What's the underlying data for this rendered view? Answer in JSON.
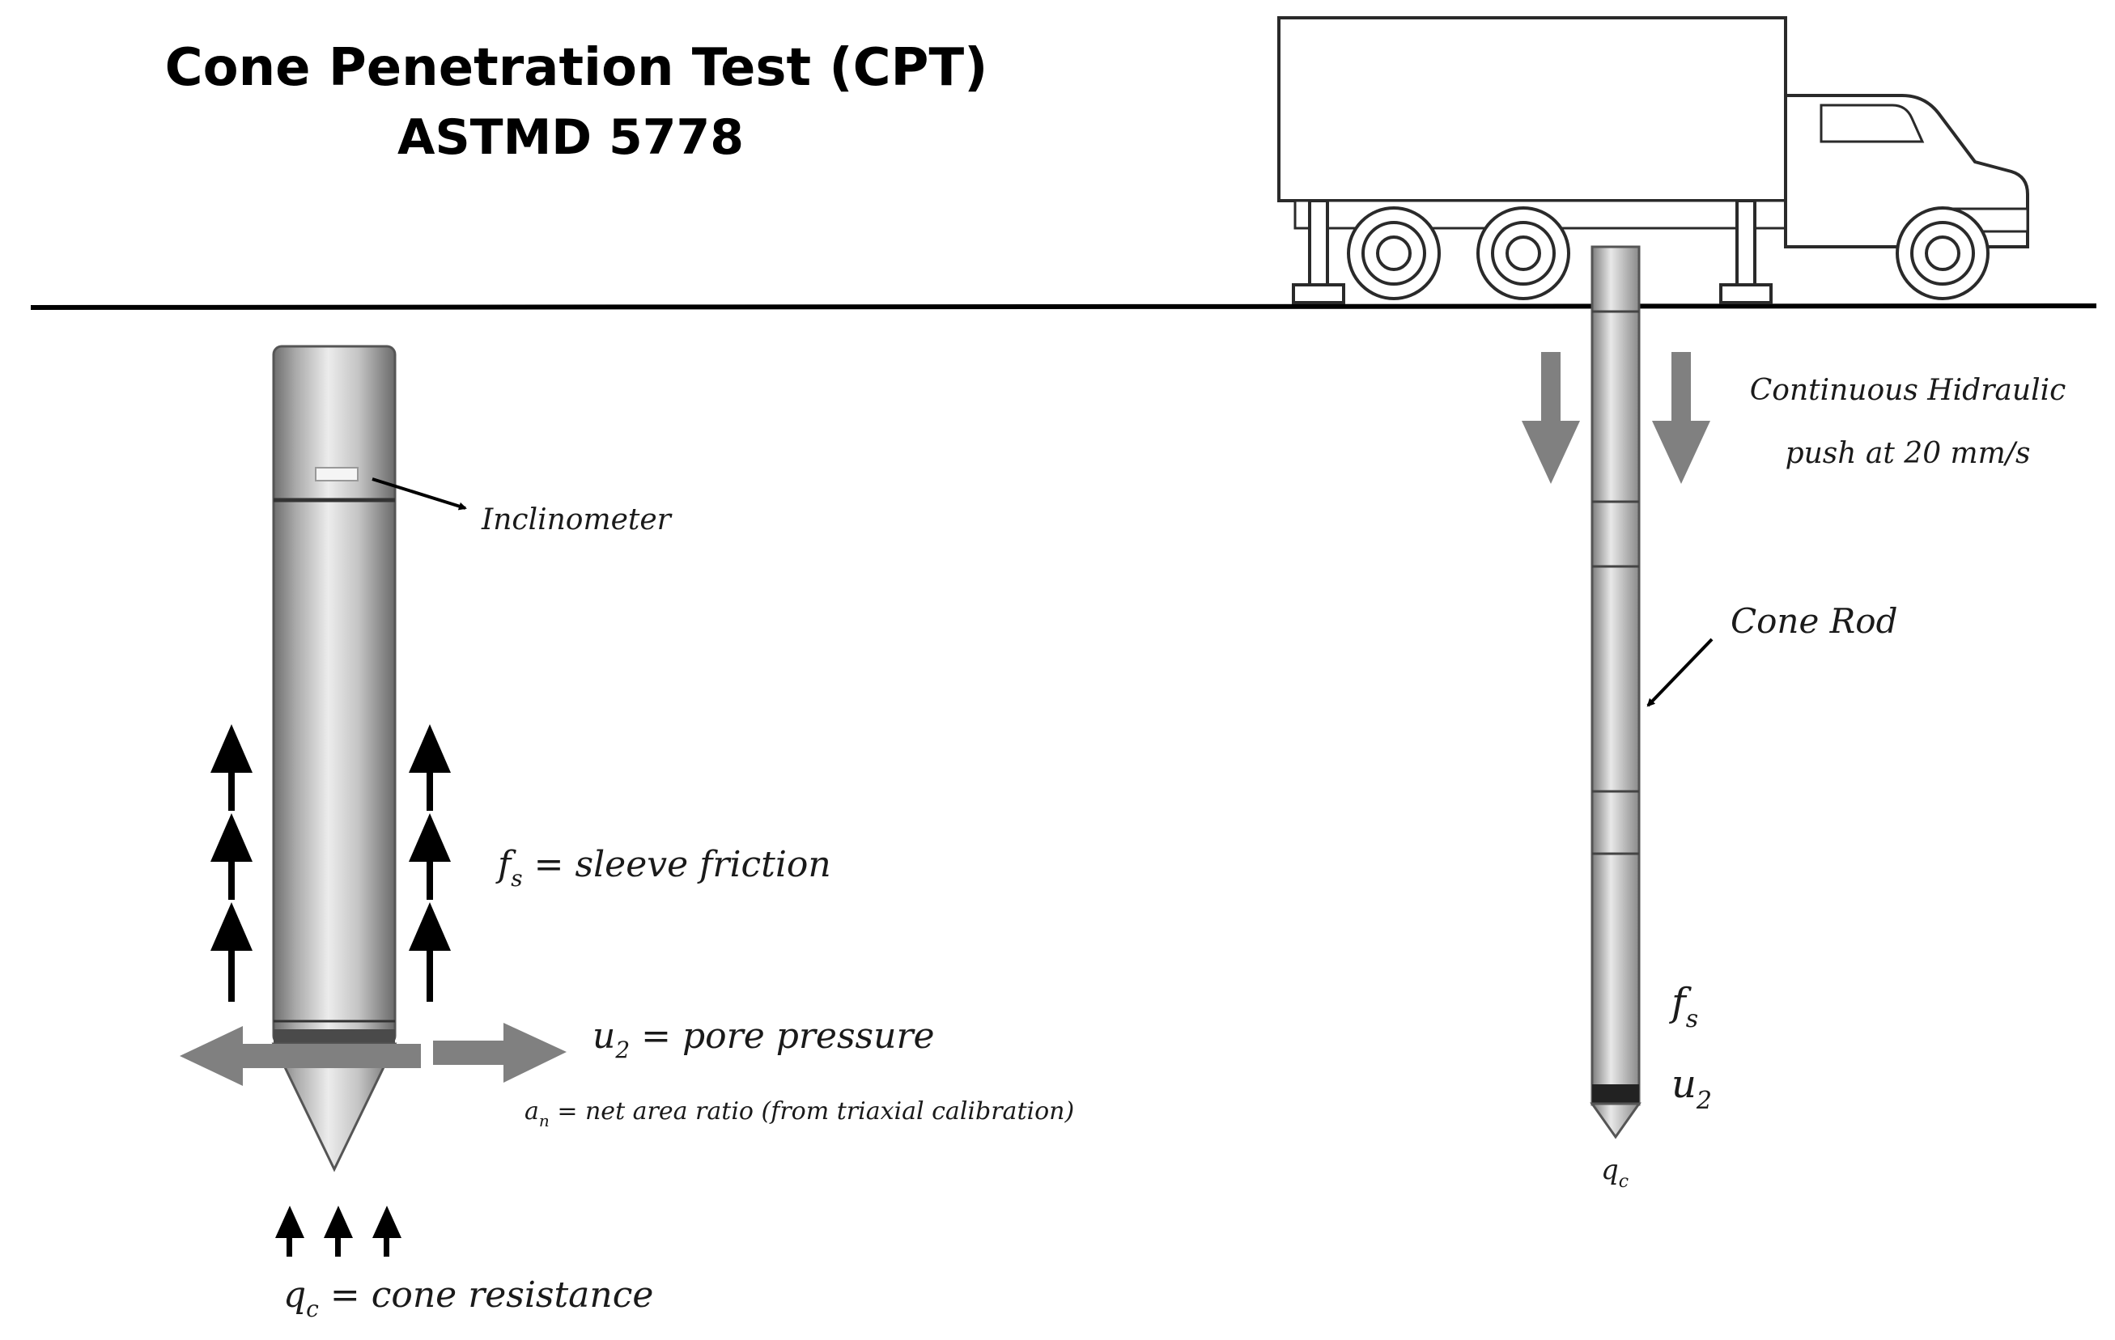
{
  "title": {
    "line1": "Cone Penetration Test (CPT)",
    "line2": "ASTMD 5778"
  },
  "probe_labels": {
    "inclinometer": "Inclinometer",
    "fs_symbol": "f",
    "fs_subscript": "s",
    "fs_text": " = sleeve friction",
    "u2_symbol": "u",
    "u2_subscript": "2",
    "u2_text": " = pore pressure",
    "an_symbol": "a",
    "an_subscript": "n",
    "an_text": " = net area ratio (from triaxial calibration)",
    "qc_symbol": "q",
    "qc_subscript": "c",
    "qc_text": " = cone resistance"
  },
  "rig_labels": {
    "push_line1": "Continuous Hidraulic",
    "push_line2": "push at 20 mm/s",
    "cone_rod": "Cone Rod",
    "fs_symbol": "f",
    "fs_subscript": "s",
    "u2_symbol": "u",
    "u2_subscript": "2",
    "qc_symbol": "q",
    "qc_subscript": "c"
  },
  "colors": {
    "ink": "#000000",
    "arrow_gray": "#808080",
    "steel_dark": "#7a7a7a",
    "steel_light": "#e4e4e4"
  },
  "icons": [
    "truck-icon",
    "cone-probe",
    "up-arrow-icon",
    "down-arrow-icon",
    "left-right-arrow-icon"
  ]
}
